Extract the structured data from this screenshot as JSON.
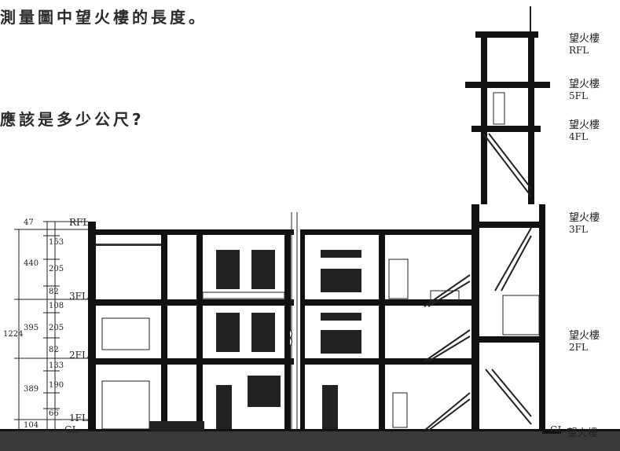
{
  "question": {
    "line1": "測量圖中望火樓的長度。",
    "line2": "應該是多少公尺?"
  },
  "left_levels": [
    "RFL",
    "3FL",
    "2FL",
    "1FL",
    "GL"
  ],
  "dimensions": {
    "total": "1224",
    "top": "47",
    "upper": [
      "440",
      "153",
      "205",
      "82"
    ],
    "middle": [
      "395",
      "108",
      "205",
      "82"
    ],
    "lower": [
      "389",
      "133",
      "190",
      "66"
    ],
    "base": "104"
  },
  "tower_labels": [
    {
      "name": "望火樓",
      "level": "RFL"
    },
    {
      "name": "望火樓",
      "level": "5FL"
    },
    {
      "name": "望火樓",
      "level": "4FL"
    },
    {
      "name": "望火樓",
      "level": "3FL"
    },
    {
      "name": "望火樓",
      "level": "2FL"
    },
    {
      "name": "望火樓",
      "level": "GL"
    }
  ]
}
